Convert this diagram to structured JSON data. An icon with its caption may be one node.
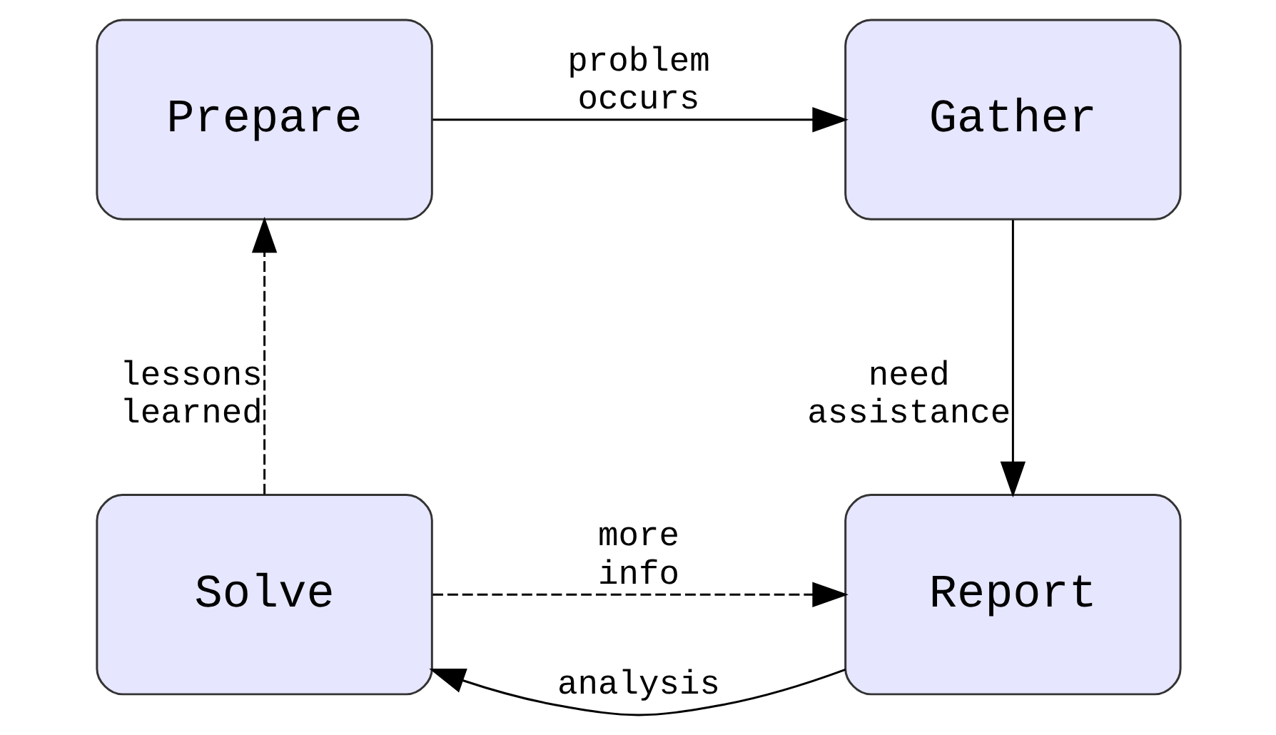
{
  "diagram": {
    "nodes": [
      {
        "text": [
          "Prepare"
        ]
      },
      {
        "text": [
          "Gather"
        ]
      },
      {
        "text": [
          "Report"
        ]
      },
      {
        "text": [
          "Solve"
        ]
      }
    ],
    "edges": [
      {
        "from": 0,
        "to": 1,
        "arrow": "to",
        "label": "problem occurs"
      },
      {
        "from": 1,
        "to": 2,
        "arrow": "to",
        "label": "need assistance"
      },
      {
        "from": 2,
        "to": 3,
        "arrow": "to",
        "label": "analysis"
      },
      {
        "from": 3,
        "to": 0,
        "arrow": "to",
        "label": "lessons learned",
        "style": "dashed"
      },
      {
        "from": 3,
        "to": 2,
        "arrow": "to",
        "label": "more info",
        "style": "dashed"
      }
    ]
  }
}
